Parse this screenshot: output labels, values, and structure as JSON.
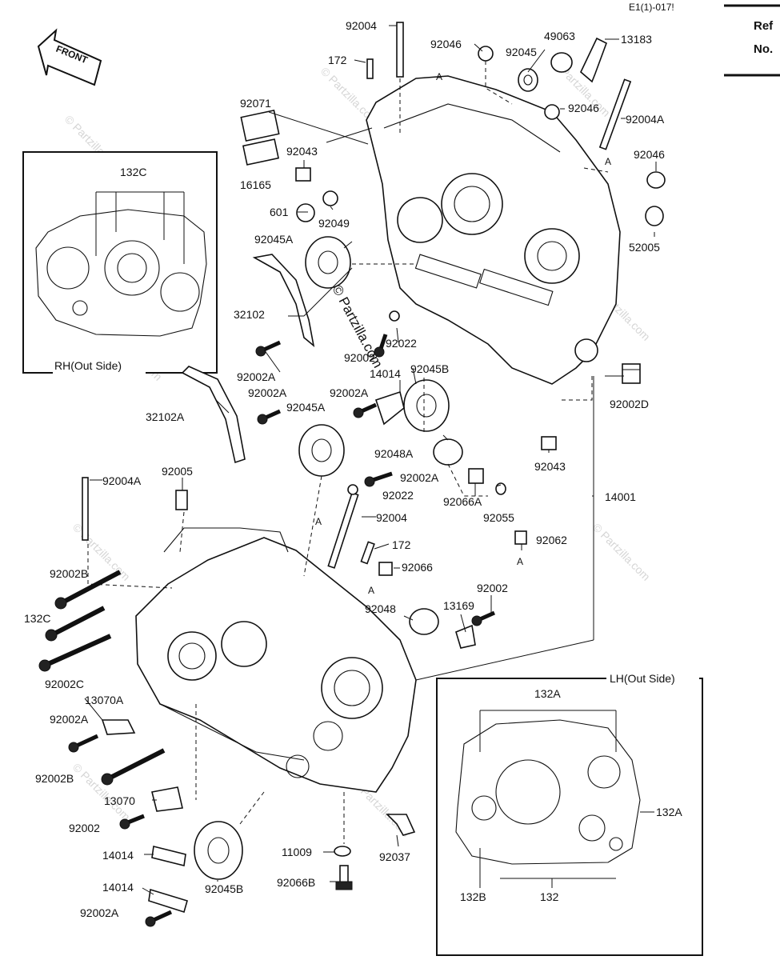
{
  "code": "E1(1)-017!",
  "ref_header": {
    "line1": "Ref",
    "line2": "No."
  },
  "front_label": "FRONT",
  "rh_inset_title": "RH(Out Side)",
  "lh_inset_title": "LH(Out Side)",
  "center_watermark": "© Partzilla.com",
  "faint_watermark": "© Partzilla.com",
  "labels": {
    "p92004_top": "92004",
    "p92046_top": "92046",
    "p49063": "49063",
    "p13183": "13183",
    "p172_top": "172",
    "p92045_top": "92045",
    "p92071": "92071",
    "p92046_mid": "92046",
    "p92004A_right": "92004A",
    "p92043_upper": "92043",
    "p92046_right": "92046",
    "p16165": "16165",
    "p601": "601",
    "p92049": "92049",
    "p92045A_upper": "92045A",
    "p52005": "52005",
    "p32102": "32102",
    "p92002A_a": "92002A",
    "p92022_upper": "92022",
    "p92002_center": "92002",
    "p14014_center": "14014",
    "p92045B_center": "92045B",
    "p92002D": "92002D",
    "p92002A_b": "92002A",
    "p92002A_c": "92002A",
    "p32102A": "32102A",
    "p92045A_lower": "92045A",
    "p92048A": "92048A",
    "p92043_lower": "92043",
    "p92002A_d": "92002A",
    "p92022_lower": "92022",
    "p92066A": "92066A",
    "p92055": "92055",
    "p14001": "14001",
    "p92004A_left": "92004A",
    "p92005": "92005",
    "p92004_mid": "92004",
    "p172_mid": "172",
    "p92062": "92062",
    "p92066": "92066",
    "p92002B_a": "92002B",
    "p132C_lower": "132C",
    "p92002_right": "92002",
    "p92048": "92048",
    "p13169": "13169",
    "p92002C": "92002C",
    "p13070A": "13070A",
    "p92002A_e": "92002A",
    "p92002B_b": "92002B",
    "p13070": "13070",
    "p92002_lower": "92002",
    "p14014_a": "14014",
    "p14014_b": "14014",
    "p92045B_lower": "92045B",
    "p11009": "11009",
    "p92066B": "92066B",
    "p92037": "92037",
    "p92002A_f": "92002A",
    "p132C_inset": "132C",
    "p132A_top": "132A",
    "p132A_right": "132A",
    "p132B": "132B",
    "p132": "132",
    "A1": "A",
    "A2": "A",
    "A3": "A",
    "A4": "A",
    "A5": "A"
  }
}
